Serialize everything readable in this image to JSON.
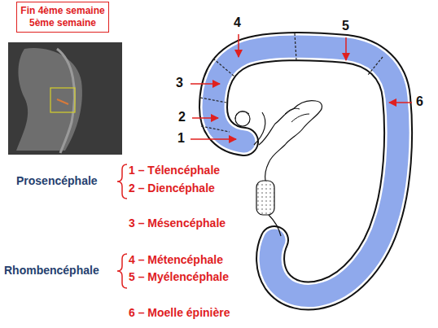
{
  "diagram": {
    "nodes": [
      {
        "text": [
          "Fin 4ème semaine 5ème semaine"
        ]
      }
    ],
    "labels": [
      "4",
      "5",
      "3",
      "2",
      "1",
      "6",
      "Prosencéphale",
      "1 – Télencéphale",
      "2 – Diencéphale",
      "3 – Mésencéphale",
      "Rhombencéphale",
      "4 – Métencéphale",
      "5 – Myélencéphale",
      "6 – Moelle épinière"
    ]
  }
}
